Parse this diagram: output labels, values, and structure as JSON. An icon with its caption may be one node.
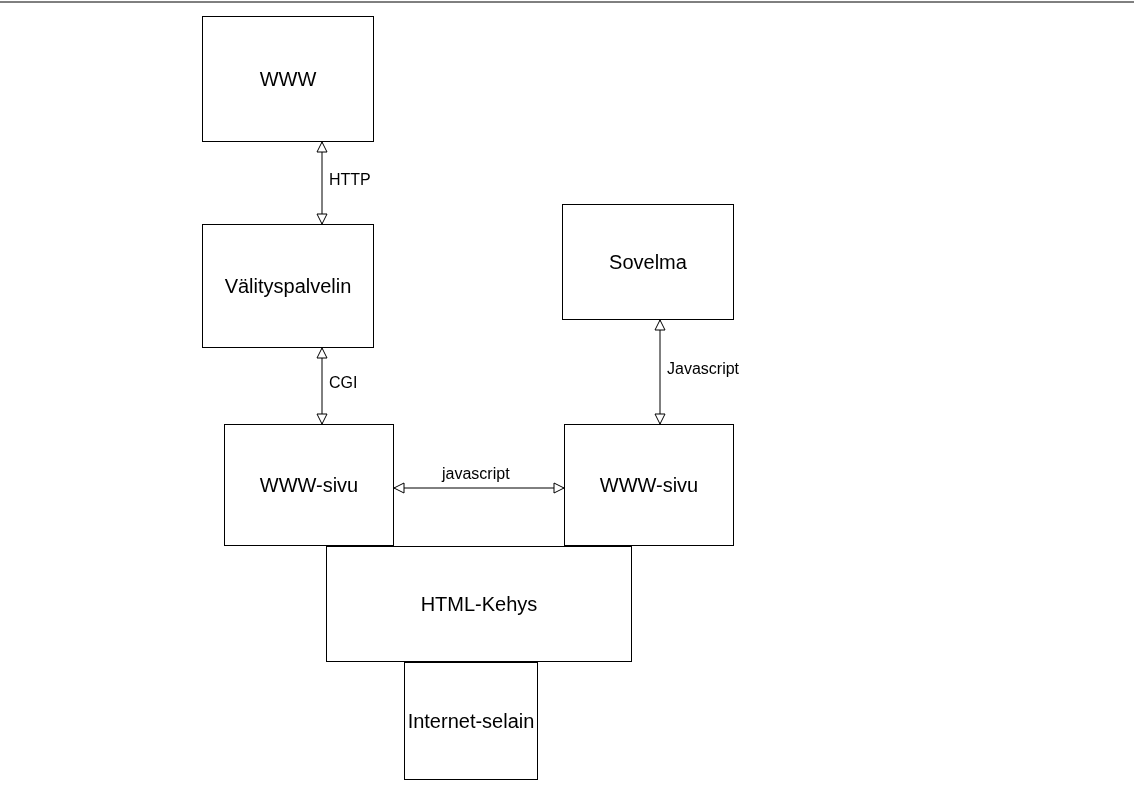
{
  "diagram": {
    "nodes": [
      {
        "text": [
          "WWW"
        ]
      },
      {
        "text": [
          "Välityspalvelin"
        ]
      },
      {
        "text": [
          "Sovelma"
        ]
      },
      {
        "text": [
          "WWW-sivu"
        ]
      },
      {
        "text": [
          "WWW-sivu"
        ]
      },
      {
        "text": [
          "HTML-Kehys"
        ]
      },
      {
        "text": [
          "Internet-selain"
        ]
      }
    ],
    "edges": [
      {
        "from": 0,
        "to": 1,
        "arrow": "both",
        "label": "HTTP"
      },
      {
        "from": 1,
        "to": 3,
        "arrow": "both",
        "label": "CGI"
      },
      {
        "from": 2,
        "to": 4,
        "arrow": "both",
        "label": "Javascript"
      },
      {
        "from": 3,
        "to": 4,
        "arrow": "both",
        "label": "javascript"
      }
    ]
  }
}
